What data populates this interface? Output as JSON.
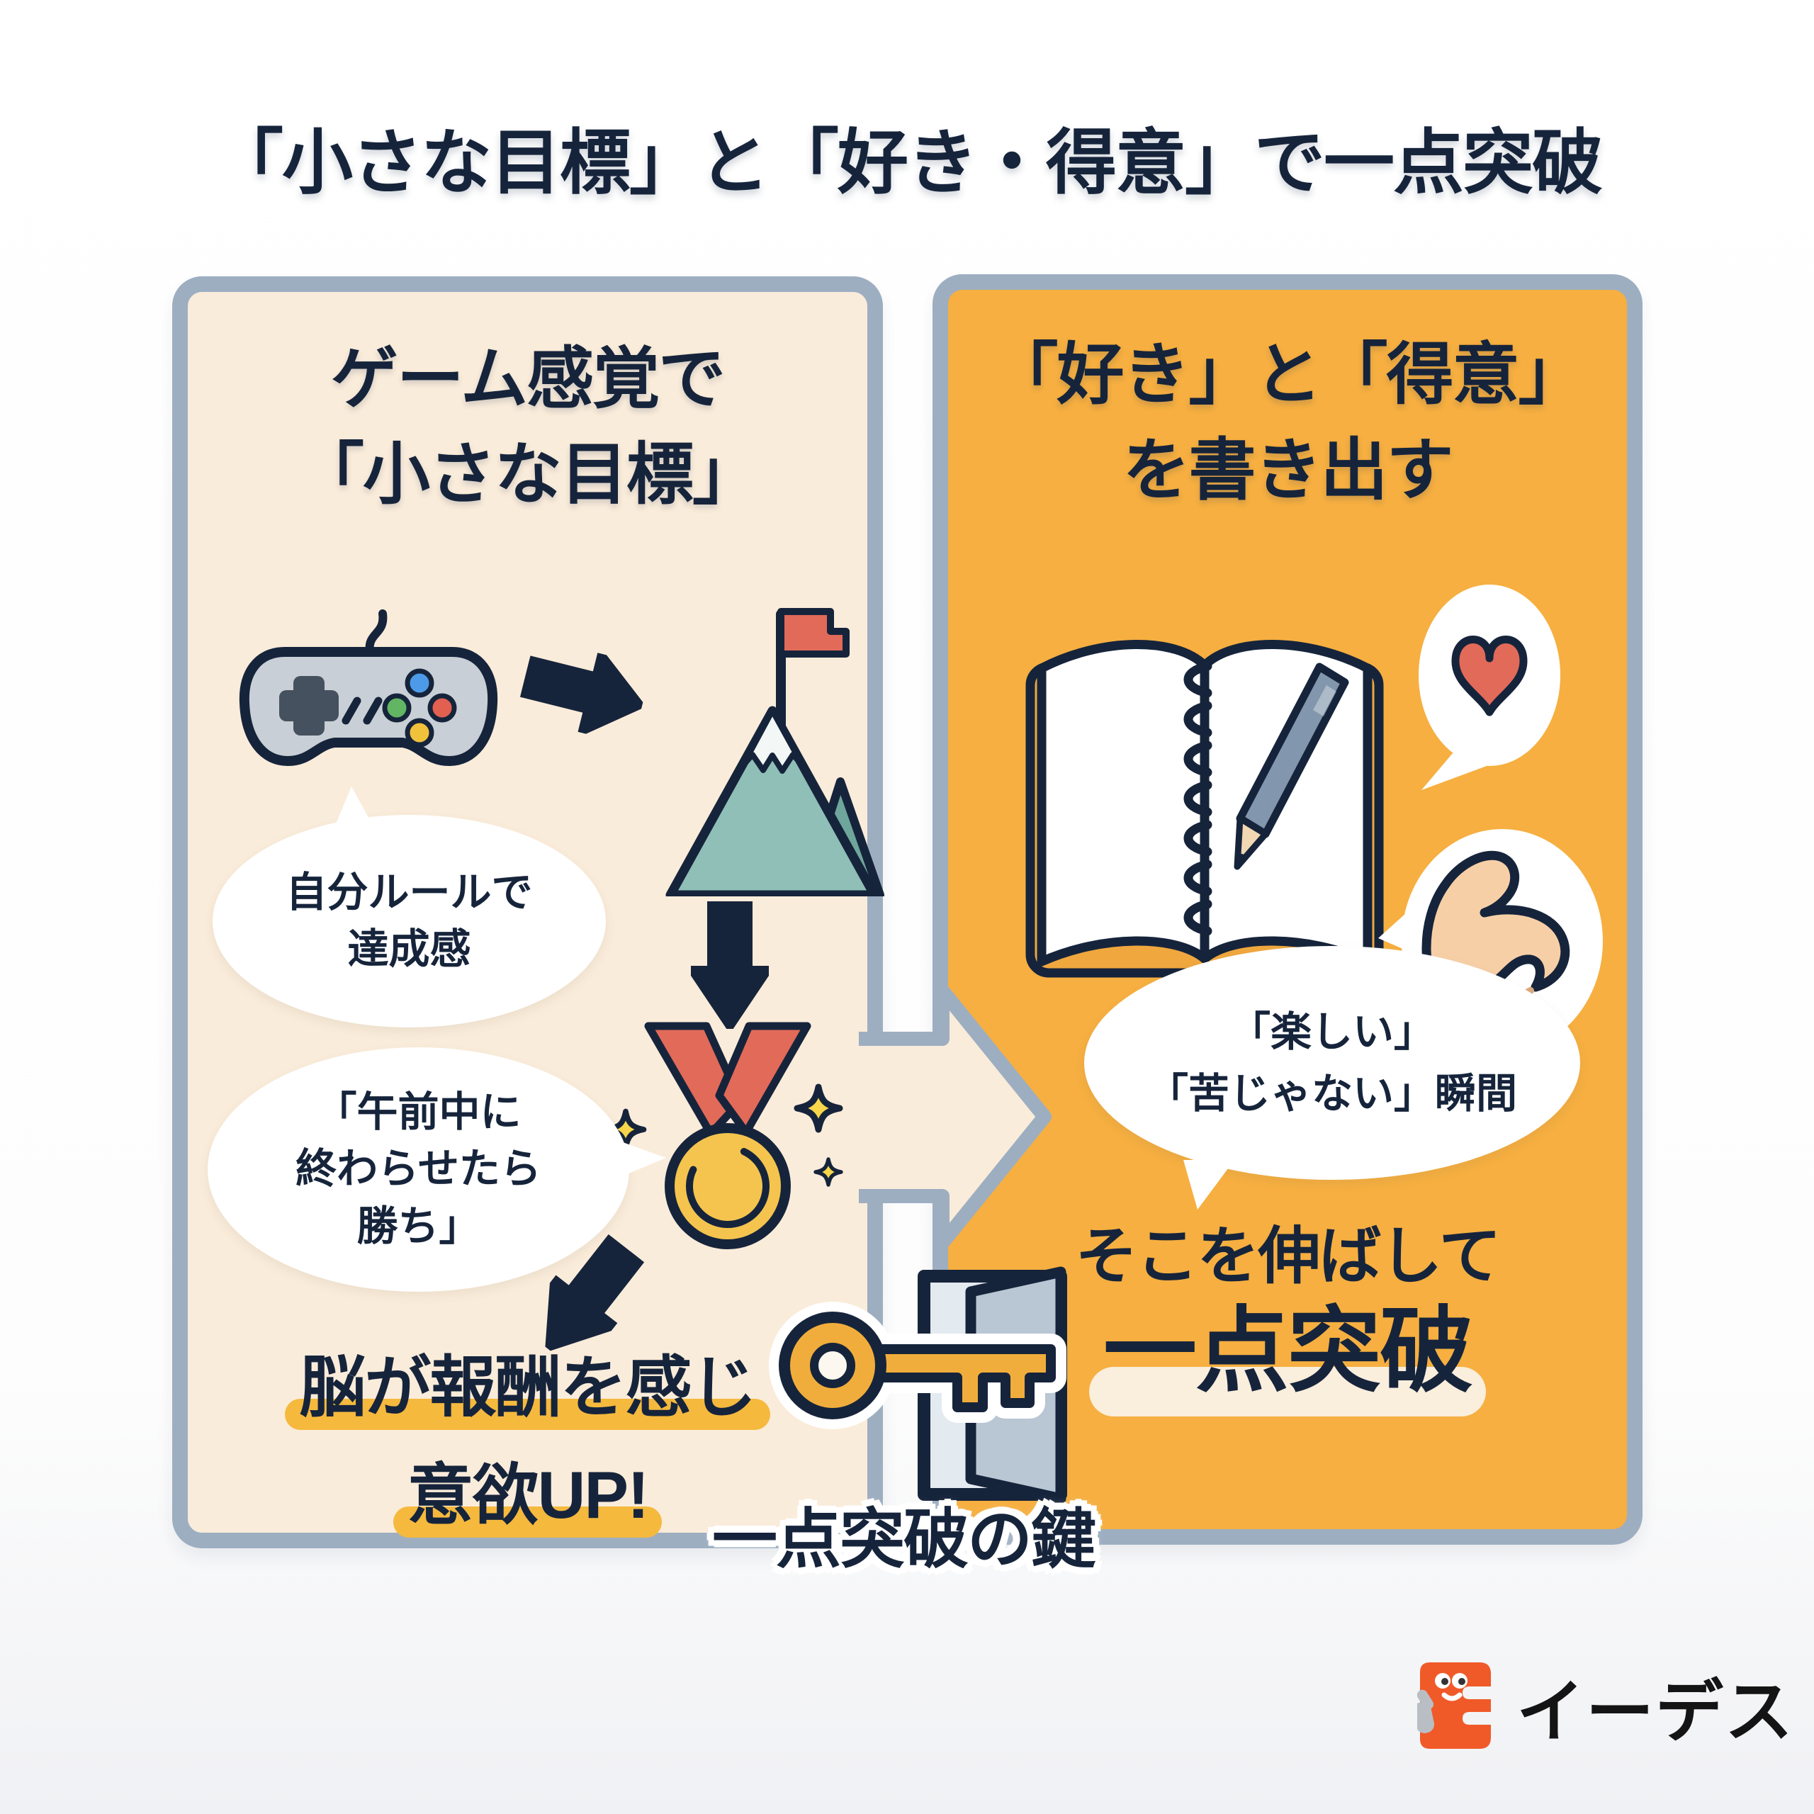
{
  "title": "「小さな目標」と「好き・得意」で一点突破",
  "left_panel": {
    "heading": [
      "ゲーム感覚で",
      "「小さな目標」"
    ],
    "bubble_rule": [
      "自分ルールで",
      "達成感"
    ],
    "bubble_win": [
      "「午前中に",
      "終わらせたら",
      "勝ち」"
    ],
    "result": [
      "脳が報酬を感じ",
      "意欲UP!"
    ]
  },
  "right_panel": {
    "heading": [
      "「好き」と「得意」",
      "を書き出す"
    ],
    "bubble_moment": [
      "「楽しい」",
      "「苦じゃない」瞬間"
    ],
    "result": [
      "そこを伸ばして",
      "一点突破"
    ]
  },
  "center": {
    "key_caption": "一点突破の鍵"
  },
  "brand": {
    "name": "イーデス"
  },
  "icons": [
    "game-controller-icon",
    "arrow-right-icon",
    "mountain-flag-icon",
    "arrow-down-icon",
    "medal-icon",
    "arrow-down-left-icon",
    "notebook-pen-icon",
    "heart-icon",
    "muscle-icon",
    "big-arrow-icon",
    "door-icon",
    "key-icon",
    "brand-logo-icon"
  ],
  "colors": {
    "ink": "#16243B",
    "panel_border": "#9DAEC1",
    "left_panel_bg": "#FAECDA",
    "right_panel_bg": "#F6AF40",
    "bubble_bg": "#FFFFFF",
    "highlight_yellow": "#F5B93E",
    "highlight_cream": "#FAEEDC",
    "accent_red": "#E26A59",
    "teal": "#8FBFB7",
    "teal_dark": "#6FA69C",
    "medal_gold": "#F4C44E",
    "key_gold": "#F1AD3B",
    "controller_gray": "#C9CFD6",
    "door_gray": "#B9C6D4",
    "pen_blue": "#8297AD",
    "skin": "#F7CFA7",
    "logo_orange": "#F05A28"
  }
}
